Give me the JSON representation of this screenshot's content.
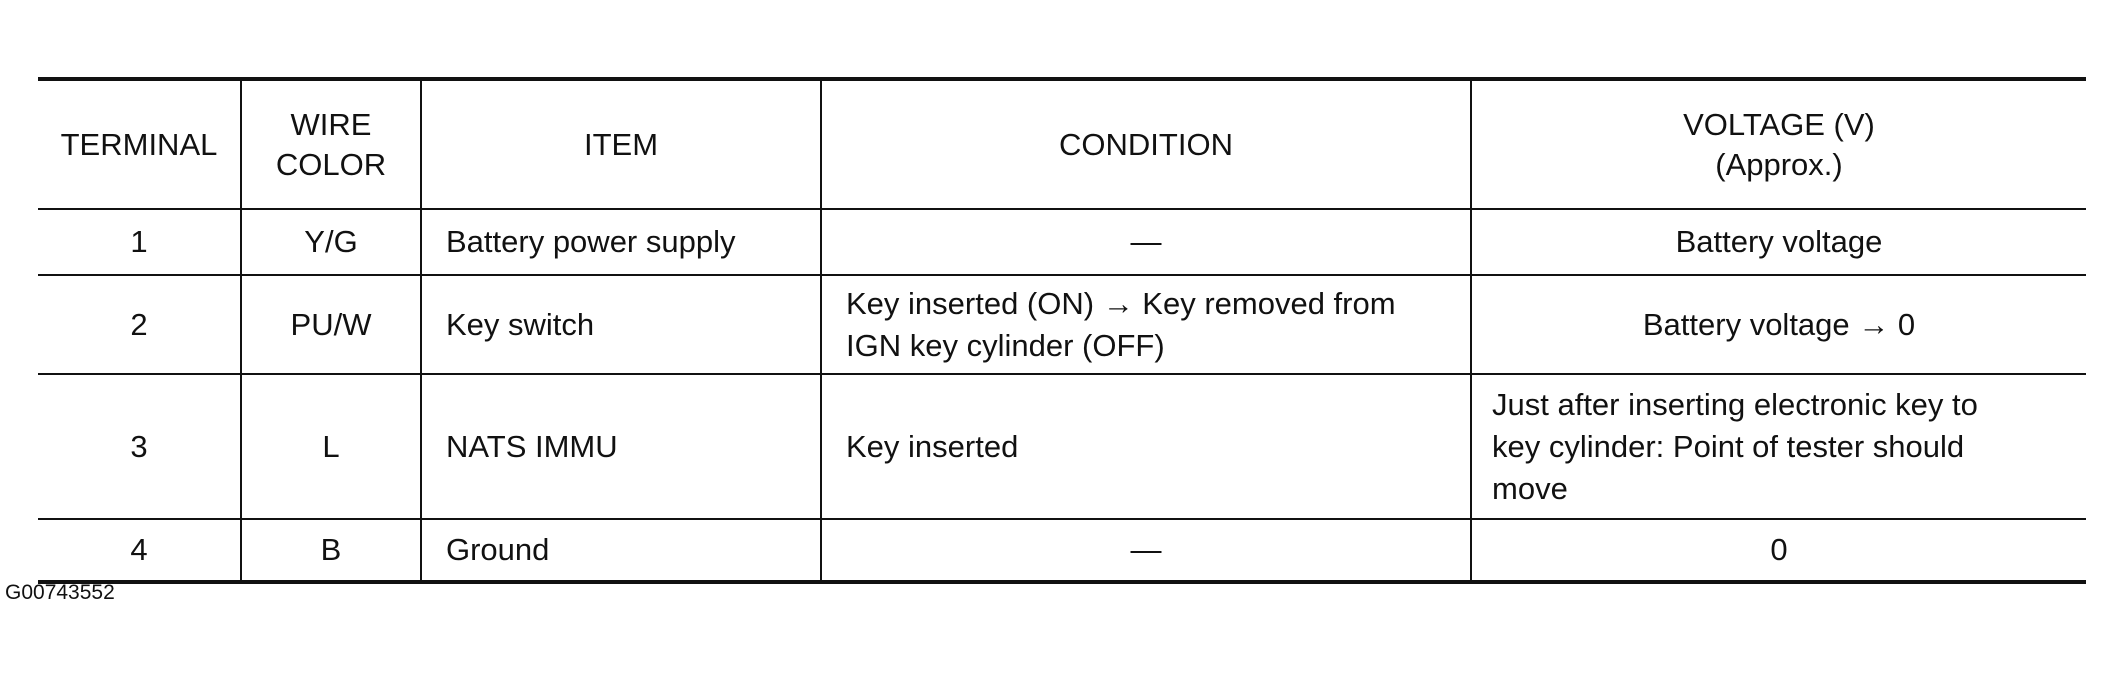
{
  "table": {
    "headers": {
      "terminal": "TERMINAL",
      "wire_color": "WIRE\nCOLOR",
      "item": "ITEM",
      "condition": "CONDITION",
      "voltage": "VOLTAGE (V)\n(Approx.)"
    },
    "rows": [
      {
        "terminal": "1",
        "wire_color": "Y/G",
        "item": "Battery power supply",
        "condition": "—",
        "voltage": "Battery voltage"
      },
      {
        "terminal": "2",
        "wire_color": "PU/W",
        "item": "Key switch",
        "condition": "Key inserted (ON) → Key removed from\nIGN key cylinder (OFF)",
        "voltage": "Battery voltage → 0"
      },
      {
        "terminal": "3",
        "wire_color": "L",
        "item": "NATS IMMU",
        "condition": "Key inserted",
        "voltage": "Just after inserting electronic key to\nkey cylinder: Point of tester should\nmove"
      },
      {
        "terminal": "4",
        "wire_color": "B",
        "item": "Ground",
        "condition": "—",
        "voltage": "0"
      }
    ]
  },
  "footer": {
    "figure_id": "G00743552"
  }
}
